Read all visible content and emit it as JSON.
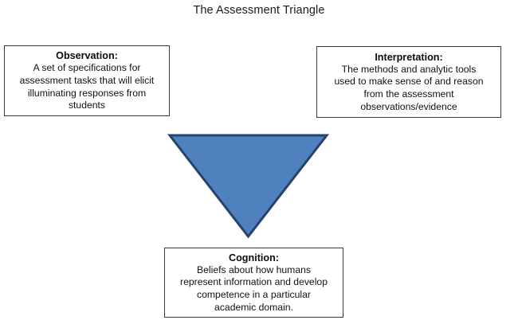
{
  "diagram": {
    "title": "The Assessment Triangle",
    "type": "triangle-vertex-diagram",
    "background_color": "#ffffff",
    "shape": {
      "name": "inverted-triangle",
      "orientation": "point-down",
      "fill_color": "#4E81BD",
      "border_color": "#24436E"
    },
    "vertices": [
      {
        "id": "observation",
        "position": "top-left",
        "heading": "Observation:",
        "lines": [
          "A set of specifications for",
          "assessment tasks that will elicit",
          "illuminating responses from",
          "students"
        ],
        "border_color": "#3a3a3a"
      },
      {
        "id": "interpretation",
        "position": "top-right",
        "heading": "Interpretation:",
        "lines": [
          "The methods and analytic tools",
          "used to make sense of and reason",
          "from the assessment",
          "observations/evidence"
        ],
        "border_color": "#3a3a3a"
      },
      {
        "id": "cognition",
        "position": "bottom",
        "heading": "Cognition:",
        "lines": [
          "Beliefs about how humans",
          "represent information and develop",
          "competence in a particular",
          "academic domain."
        ],
        "border_color": "#3a3a3a"
      }
    ]
  }
}
